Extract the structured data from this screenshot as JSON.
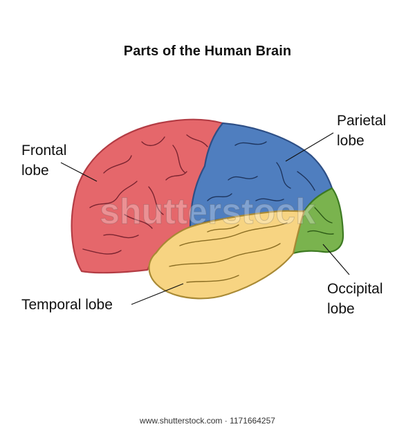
{
  "title": "Parts of the Human Brain",
  "labels": {
    "frontal": [
      "Frontal",
      "lobe"
    ],
    "parietal": [
      "Parietal",
      "lobe"
    ],
    "temporal": [
      "Temporal lobe"
    ],
    "occipital": [
      "Occipital",
      "lobe"
    ]
  },
  "watermark": "shutterstock",
  "footer": "www.shutterstock.com · 1171664257",
  "colors": {
    "frontal": "#e5676b",
    "frontal_stroke": "#b33c44",
    "parietal": "#4f7ebf",
    "parietal_stroke": "#2e4f86",
    "temporal": "#f7d482",
    "temporal_stroke": "#a98a35",
    "occipital": "#7ab34e",
    "occipital_stroke": "#3d7a22"
  }
}
